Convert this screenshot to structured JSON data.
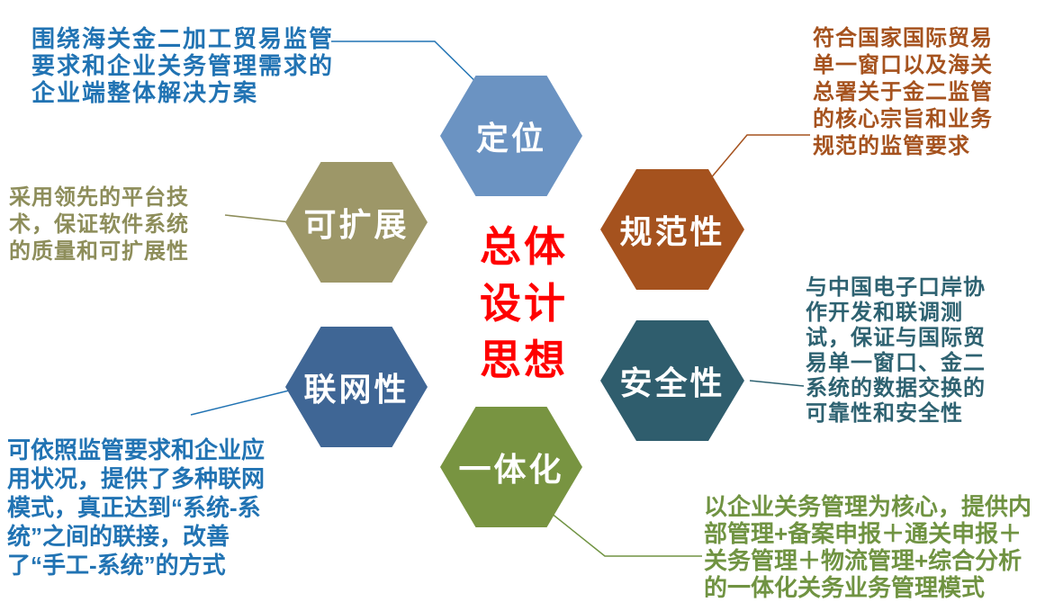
{
  "center_title": {
    "text": "总体设计思想",
    "lines": [
      "总体",
      "设计",
      "思想"
    ],
    "color": "#FF0000"
  },
  "hexagons": [
    {
      "id": "positioning",
      "label": "定位",
      "color": "#6B93C2"
    },
    {
      "id": "standardization",
      "label": "规范性",
      "color": "#A5521E"
    },
    {
      "id": "security",
      "label": "安全性",
      "color": "#2F5D6D"
    },
    {
      "id": "integration",
      "label": "一体化",
      "color": "#789441"
    },
    {
      "id": "networking",
      "label": "联网性",
      "color": "#3F6695"
    },
    {
      "id": "extensibility",
      "label": "可扩展",
      "color": "#9D9768"
    }
  ],
  "callouts": [
    {
      "id": "positioning",
      "text": "围绕海关金二加工贸易监管要求和企业关务管理需求的企业端整体解决方案",
      "color": "#2173B3"
    },
    {
      "id": "standardization",
      "text": "符合国家国际贸易单一窗口以及海关总署关于金二监管的核心宗旨和业务规范的监管要求",
      "color": "#A5521E"
    },
    {
      "id": "extensibility",
      "text": "采用领先的平台技术，保证软件系统的质量和可扩展性",
      "color": "#8D8D5A"
    },
    {
      "id": "security",
      "text": "与中国电子口岸协作开发和联调测试，保证与国际贸易单一窗口、金二系统的数据交换的可靠性和安全性",
      "color": "#2E6271"
    },
    {
      "id": "networking",
      "text": "可依照监管要求和企业应用状况，提供了多种联网模式，真正达到“系统-系统”之间的联接，改善了“手工-系统”的方式",
      "color": "#2173B3"
    },
    {
      "id": "integration",
      "text": "以企业关务管理为核心，提供内部管理+备案申报＋通关申报＋关务管理＋物流管理+综合分析的一体化关务业务管理模式",
      "color": "#709342"
    }
  ]
}
